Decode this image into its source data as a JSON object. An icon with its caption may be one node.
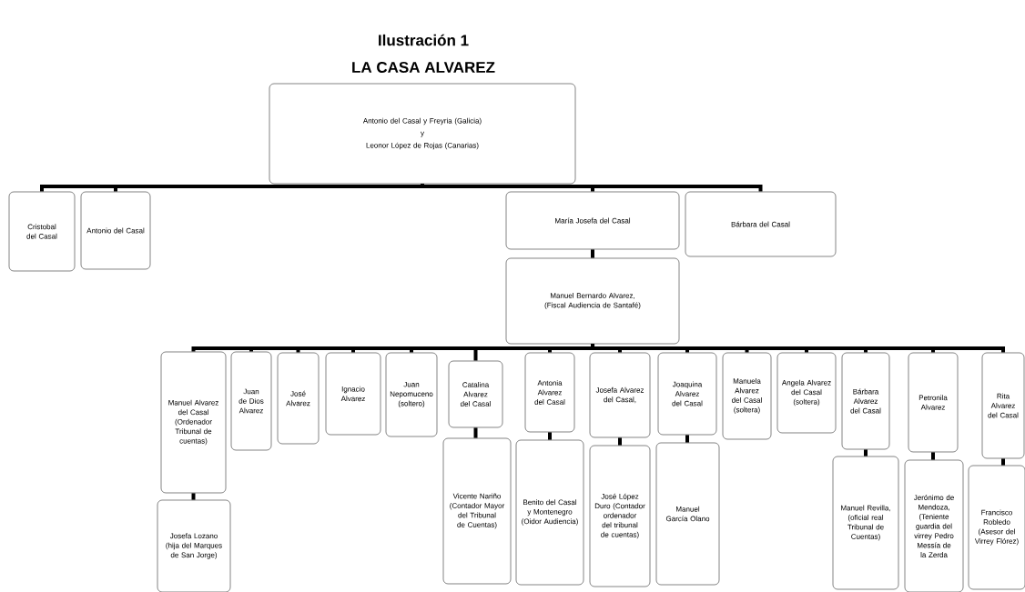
{
  "diagram": {
    "title": "Ilustración 1",
    "labels": [
      "LA CASA ALVAREZ"
    ],
    "nodes": [
      {
        "text": [
          "Antonio del Casal y Freyria (Galicia)",
          "y",
          "Leonor López de Rojas (Canarias)"
        ]
      },
      {
        "text": [
          "Cristobal del Casal"
        ]
      },
      {
        "text": [
          "Antonio del Casal"
        ]
      },
      {
        "text": [
          "María Josefa del Casal"
        ]
      },
      {
        "text": [
          "Bárbara del Casal"
        ]
      },
      {
        "text": [
          "Manuel Bernardo Alvarez, (Fiscal Audiencia de Santafé)"
        ]
      },
      {
        "text": [
          "Manuel Alvarez del Casal (Ordenador Tribunal de cuentas)"
        ]
      },
      {
        "text": [
          "Josefa Lozano (hija del Marques de San Jorge)"
        ]
      },
      {
        "text": [
          "Juan de Dios Alvarez"
        ]
      },
      {
        "text": [
          "José Alvarez"
        ]
      },
      {
        "text": [
          "Ignacio Alvarez"
        ]
      },
      {
        "text": [
          "Juan Nepomuceno (soltero)"
        ]
      },
      {
        "text": [
          "Catalina Alvarez del Casal"
        ]
      },
      {
        "text": [
          "Vicente Nariño (Contador Mayor del Tribunal de Cuentas)"
        ]
      },
      {
        "text": [
          "Antonia Alvarez del Casal"
        ]
      },
      {
        "text": [
          "Benito del Casal y Montenegro (Oidor Audiencia)"
        ]
      },
      {
        "text": [
          "Josefa Alvarez del Casal,"
        ]
      },
      {
        "text": [
          "José López Duro (Contador ordenador del tribunal de cuentas)"
        ]
      },
      {
        "text": [
          "Joaquina Alvarez del Casal"
        ]
      },
      {
        "text": [
          "Manuel García Olano"
        ]
      },
      {
        "text": [
          "Manuela Alvarez del Casal (soltera)"
        ]
      },
      {
        "text": [
          "Angela Alvarez del Casal (soltera)"
        ]
      },
      {
        "text": [
          "Bárbara Alvarez del Casal"
        ]
      },
      {
        "text": [
          "Manuel Revilla, (oficial real Tribunal de Cuentas)"
        ]
      },
      {
        "text": [
          "Petronila Alvarez"
        ]
      },
      {
        "text": [
          "Jerónimo de Mendoza, (Teniente guardia del virrey Pedro Messía de la Zerda"
        ]
      },
      {
        "text": [
          "Rita Alvarez del Casal"
        ]
      },
      {
        "text": [
          "Francisco Robledo (Asesor del Virrey Flórez)"
        ]
      }
    ],
    "edges": [
      {
        "from": 0,
        "to": 1,
        "arrow": "none"
      },
      {
        "from": 0,
        "to": 2,
        "arrow": "none"
      },
      {
        "from": 0,
        "to": 3,
        "arrow": "none"
      },
      {
        "from": 0,
        "to": 4,
        "arrow": "none"
      },
      {
        "from": 3,
        "to": 5,
        "arrow": "none"
      },
      {
        "from": 5,
        "to": 6,
        "arrow": "none"
      },
      {
        "from": 5,
        "to": 8,
        "arrow": "none"
      },
      {
        "from": 5,
        "to": 9,
        "arrow": "none"
      },
      {
        "from": 5,
        "to": 10,
        "arrow": "none"
      },
      {
        "from": 5,
        "to": 11,
        "arrow": "none"
      },
      {
        "from": 5,
        "to": 12,
        "arrow": "none"
      },
      {
        "from": 5,
        "to": 14,
        "arrow": "none"
      },
      {
        "from": 5,
        "to": 16,
        "arrow": "none"
      },
      {
        "from": 5,
        "to": 18,
        "arrow": "none"
      },
      {
        "from": 5,
        "to": 20,
        "arrow": "none"
      },
      {
        "from": 5,
        "to": 21,
        "arrow": "none"
      },
      {
        "from": 5,
        "to": 22,
        "arrow": "none"
      },
      {
        "from": 5,
        "to": 24,
        "arrow": "none"
      },
      {
        "from": 5,
        "to": 26,
        "arrow": "none"
      },
      {
        "from": 6,
        "to": 7,
        "arrow": "none"
      },
      {
        "from": 12,
        "to": 13,
        "arrow": "none"
      },
      {
        "from": 14,
        "to": 15,
        "arrow": "none"
      },
      {
        "from": 16,
        "to": 17,
        "arrow": "none"
      },
      {
        "from": 18,
        "to": 19,
        "arrow": "none"
      },
      {
        "from": 22,
        "to": 23,
        "arrow": "none"
      },
      {
        "from": 24,
        "to": 25,
        "arrow": "none"
      },
      {
        "from": 26,
        "to": 27,
        "arrow": "none"
      }
    ]
  }
}
